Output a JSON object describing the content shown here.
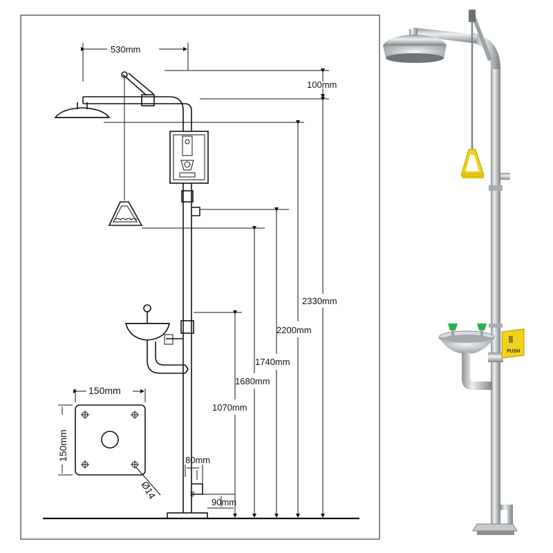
{
  "drawing": {
    "dimensions": {
      "arm_length": "530mm",
      "top_offset": "100mm",
      "total_height": "2330mm",
      "showerhead_height": "2200mm",
      "pull_handle_height": "1740mm",
      "handle_bottom_height": "1680mm",
      "eyewash_height": "1070mm",
      "base_width": "150mm",
      "base_height": "150mm",
      "bolt_hole": "Ø14",
      "inlet_width": "80mm",
      "inlet_height": "90mm"
    }
  },
  "photo": {
    "push_plate_label": "PUSH",
    "colors": {
      "steel": "#c9ccce",
      "handle_yellow": "#f2d21a",
      "nozzle_green": "#29b34a"
    }
  }
}
